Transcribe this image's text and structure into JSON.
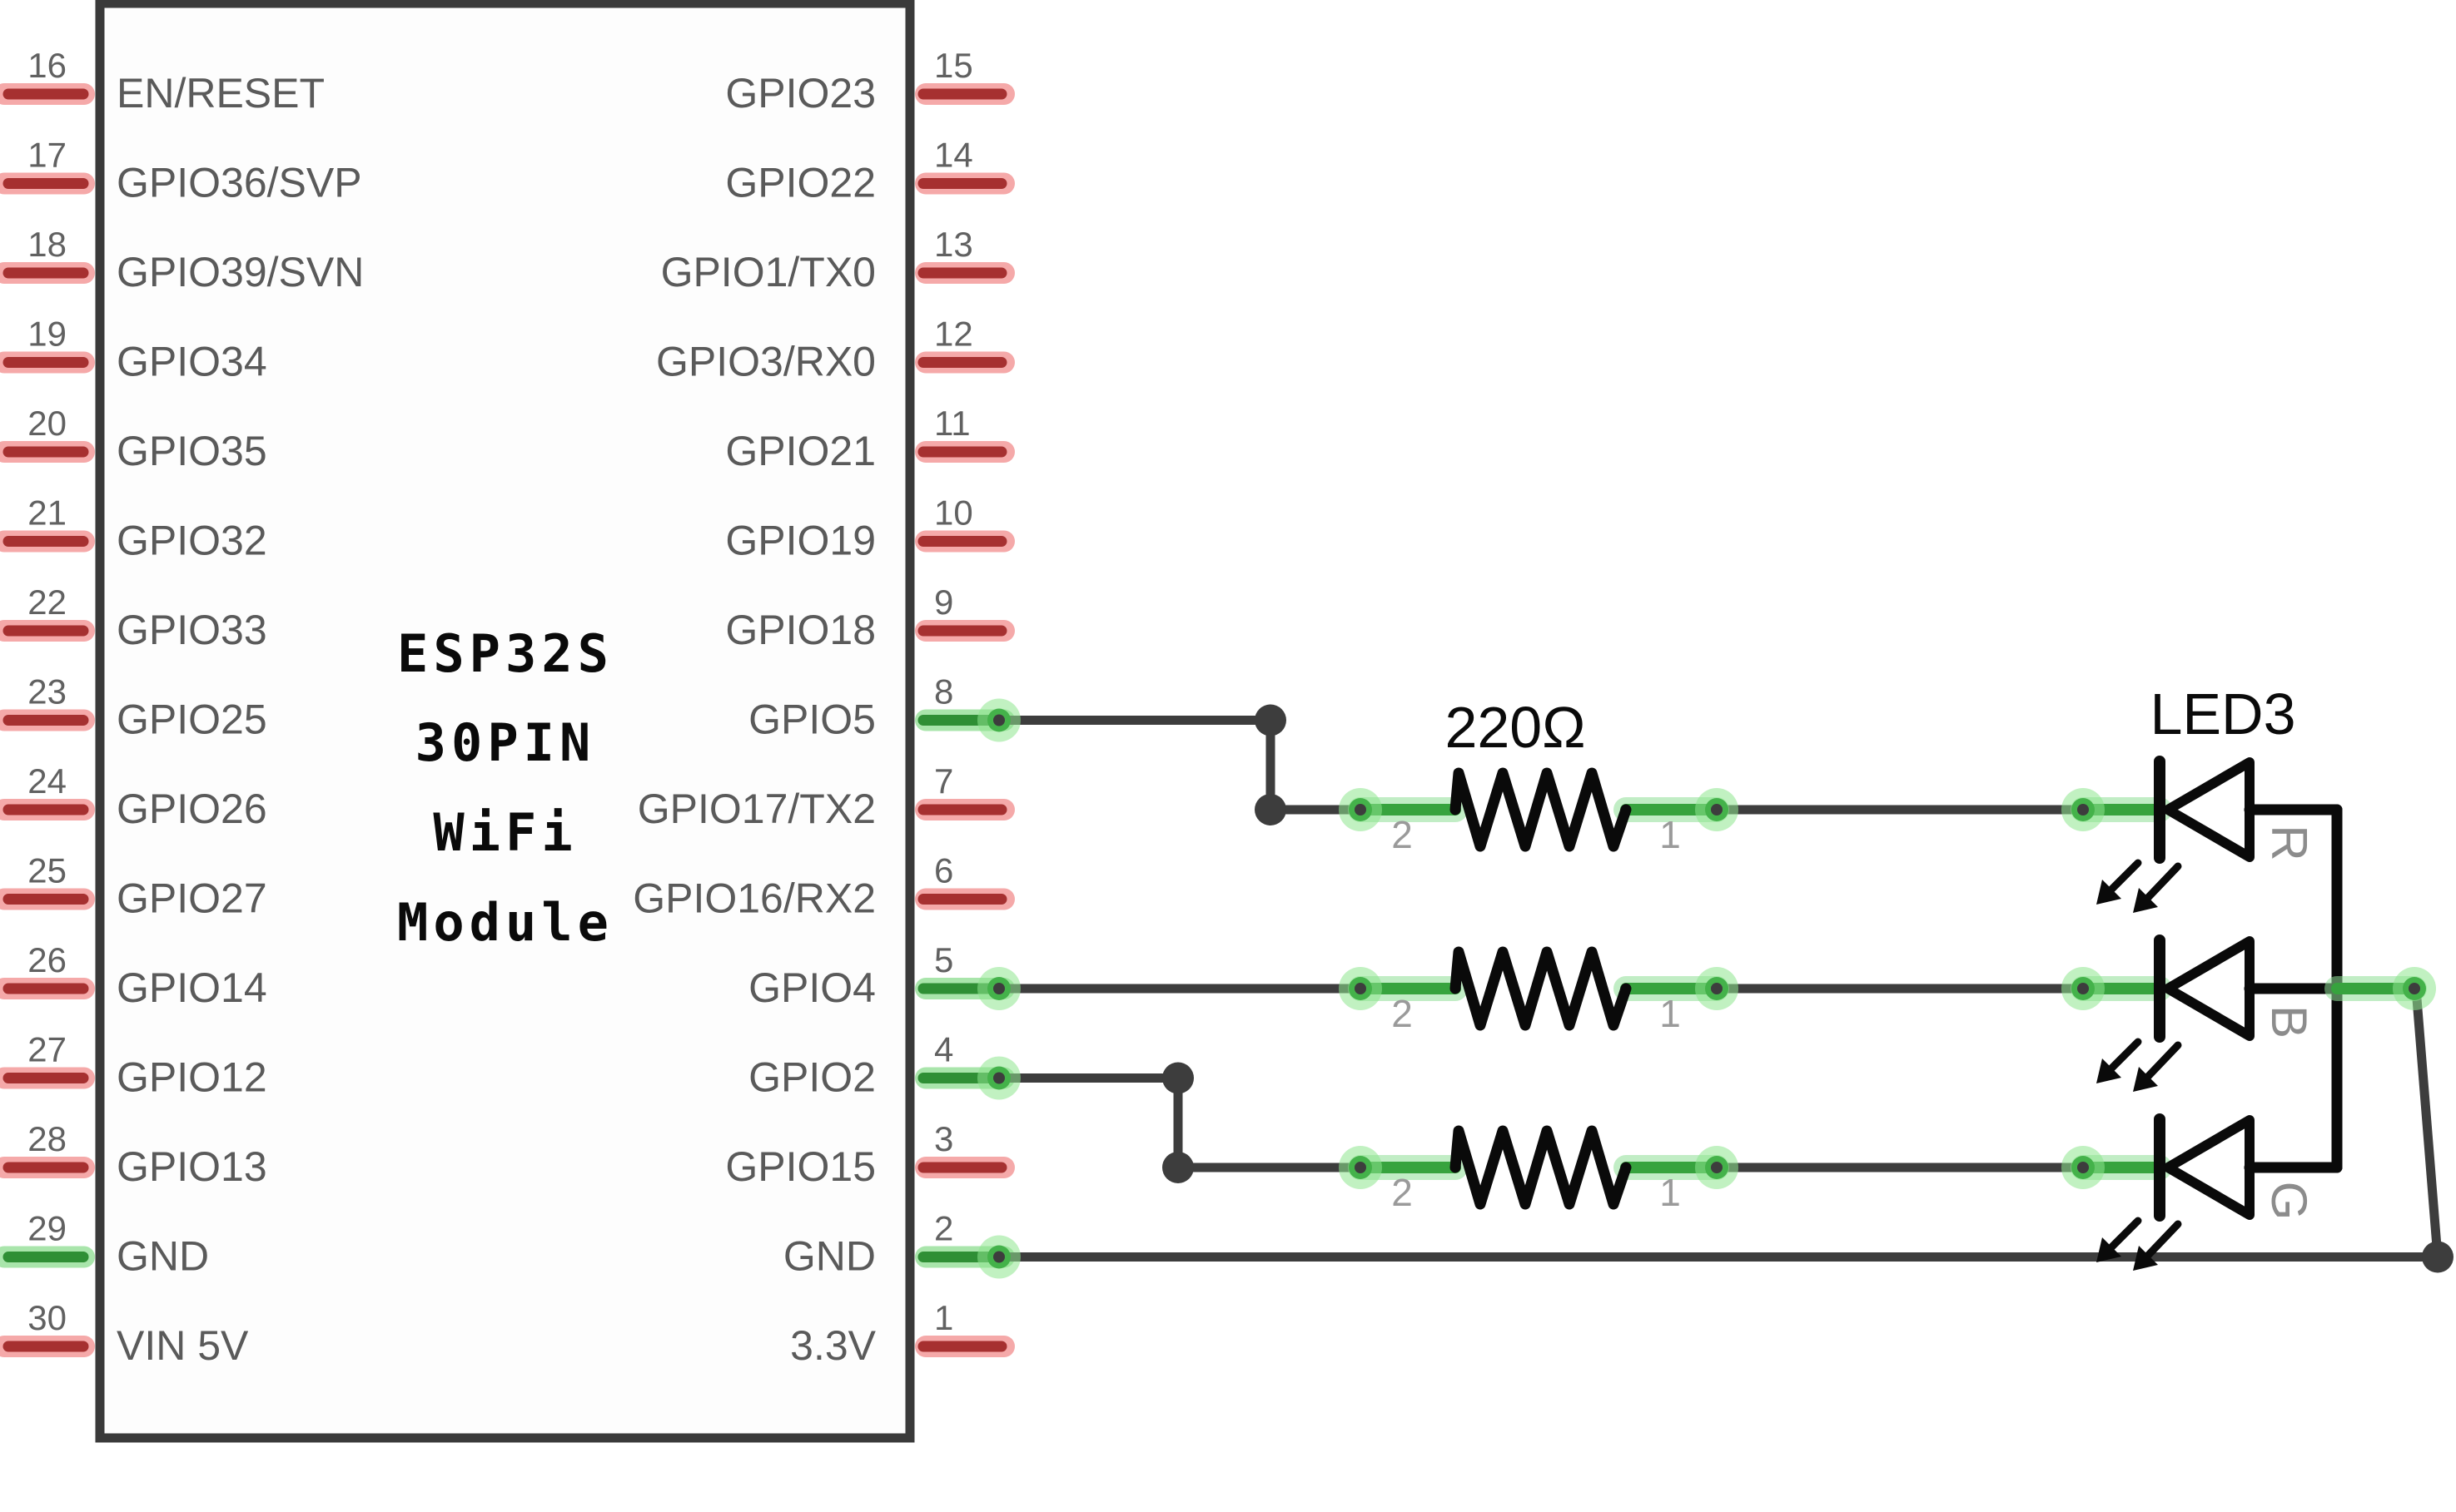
{
  "module": {
    "title_lines": [
      "ESP32S",
      "30PIN",
      "WiFi",
      "Module"
    ],
    "left_pins": [
      {
        "num": "16",
        "label": "EN/RESET",
        "color": "red",
        "wired": false
      },
      {
        "num": "17",
        "label": "GPIO36/SVP",
        "color": "red",
        "wired": false
      },
      {
        "num": "18",
        "label": "GPIO39/SVN",
        "color": "red",
        "wired": false
      },
      {
        "num": "19",
        "label": "GPIO34",
        "color": "red",
        "wired": false
      },
      {
        "num": "20",
        "label": "GPIO35",
        "color": "red",
        "wired": false
      },
      {
        "num": "21",
        "label": "GPIO32",
        "color": "red",
        "wired": false
      },
      {
        "num": "22",
        "label": "GPIO33",
        "color": "red",
        "wired": false
      },
      {
        "num": "23",
        "label": "GPIO25",
        "color": "red",
        "wired": false
      },
      {
        "num": "24",
        "label": "GPIO26",
        "color": "red",
        "wired": false
      },
      {
        "num": "25",
        "label": "GPIO27",
        "color": "red",
        "wired": false
      },
      {
        "num": "26",
        "label": "GPIO14",
        "color": "red",
        "wired": false
      },
      {
        "num": "27",
        "label": "GPIO12",
        "color": "red",
        "wired": false
      },
      {
        "num": "28",
        "label": "GPIO13",
        "color": "red",
        "wired": false
      },
      {
        "num": "29",
        "label": "GND",
        "color": "green",
        "wired": false
      },
      {
        "num": "30",
        "label": "VIN 5V",
        "color": "red",
        "wired": false
      }
    ],
    "right_pins": [
      {
        "num": "15",
        "label": "GPIO23",
        "color": "red",
        "wired": false
      },
      {
        "num": "14",
        "label": "GPIO22",
        "color": "red",
        "wired": false
      },
      {
        "num": "13",
        "label": "GPIO1/TX0",
        "color": "red",
        "wired": false
      },
      {
        "num": "12",
        "label": "GPIO3/RX0",
        "color": "red",
        "wired": false
      },
      {
        "num": "11",
        "label": "GPIO21",
        "color": "red",
        "wired": false
      },
      {
        "num": "10",
        "label": "GPIO19",
        "color": "red",
        "wired": false
      },
      {
        "num": "9",
        "label": "GPIO18",
        "color": "red",
        "wired": false
      },
      {
        "num": "8",
        "label": "GPIO5",
        "color": "green",
        "wired": true
      },
      {
        "num": "7",
        "label": "GPIO17/TX2",
        "color": "red",
        "wired": false
      },
      {
        "num": "6",
        "label": "GPIO16/RX2",
        "color": "red",
        "wired": false
      },
      {
        "num": "5",
        "label": "GPIO4",
        "color": "green",
        "wired": true
      },
      {
        "num": "4",
        "label": "GPIO2",
        "color": "green",
        "wired": true
      },
      {
        "num": "3",
        "label": "GPIO15",
        "color": "red",
        "wired": false
      },
      {
        "num": "2",
        "label": "GND",
        "color": "green",
        "wired": true
      },
      {
        "num": "1",
        "label": "3.3V",
        "color": "red",
        "wired": false
      }
    ]
  },
  "resistors": [
    {
      "value_label": "220Ω",
      "pin2_label": "2",
      "pin1_label": "1"
    },
    {
      "value_label": "",
      "pin2_label": "2",
      "pin1_label": "1"
    },
    {
      "value_label": "",
      "pin2_label": "2",
      "pin1_label": "1"
    }
  ],
  "led_group": {
    "ref_label": "LED3",
    "channels": [
      "R",
      "B",
      "G"
    ]
  },
  "nets": [
    {
      "from": "GPIO5",
      "via": "220Ω resistor",
      "to": "LED3 R"
    },
    {
      "from": "GPIO4",
      "via": "220Ω resistor",
      "to": "LED3 B"
    },
    {
      "from": "GPIO2",
      "via": "220Ω resistor",
      "to": "LED3 G"
    },
    {
      "from": "GND",
      "to": "LED3 common bus"
    }
  ],
  "colors": {
    "background": "#ffffff",
    "chip_border": "#3a3a3a",
    "chip_fill": "#fdfdfd",
    "wire": "#3d3d3d",
    "symbol_black": "#0a0a0a",
    "pin_red_core": "#a63030",
    "pin_red_halo": "#f5a9a9",
    "pin_green_core": "#2f8f35",
    "pin_green_halo": "#a9e5ab",
    "green_wire": "#37a33e",
    "green_halo": "#90e096",
    "glow_green": "#8ee58e",
    "label_gray": "#5a5a5a",
    "ref_gray": "#8c8c8c"
  }
}
